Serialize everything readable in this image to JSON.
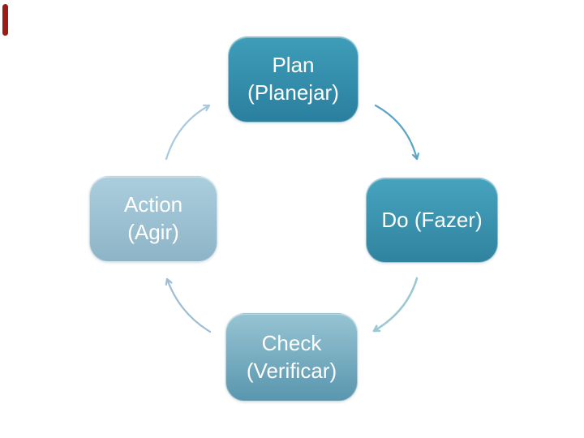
{
  "page": {
    "background": "#ffffff"
  },
  "accent_bar": {
    "color": "#9b1b16"
  },
  "diagram": {
    "type": "cycle",
    "nodes": [
      {
        "id": "plan",
        "label": "Plan\n(Planejar)",
        "color_top": "#3e9db9",
        "color_bottom": "#2a7f9e",
        "text_color": "#ffffff"
      },
      {
        "id": "do",
        "label": "Do (Fazer)",
        "color_top": "#46a3be",
        "color_bottom": "#30839f",
        "text_color": "#ffffff"
      },
      {
        "id": "check",
        "label": "Check\n(Verificar)",
        "color_top": "#97c4d3",
        "color_bottom": "#5996ae",
        "text_color": "#ffffff"
      },
      {
        "id": "action",
        "label": "Action\n(Agir)",
        "color_top": "#abcedd",
        "color_bottom": "#8db4c7",
        "text_color": "#ffffff"
      }
    ],
    "arrows": [
      {
        "id": "action-to-plan",
        "from": "Action (Agir)",
        "to": "Plan (Planejar)",
        "color": "#a9c9de"
      },
      {
        "id": "plan-to-do",
        "from": "Plan (Planejar)",
        "to": "Do (Fazer)",
        "color": "#5da4c4"
      },
      {
        "id": "do-to-check",
        "from": "Do (Fazer)",
        "to": "Check (Verificar)",
        "color": "#9cc8d4"
      },
      {
        "id": "check-to-action",
        "from": "Check (Verificar)",
        "to": "Action (Agir)",
        "color": "#9fbdd2"
      }
    ]
  }
}
